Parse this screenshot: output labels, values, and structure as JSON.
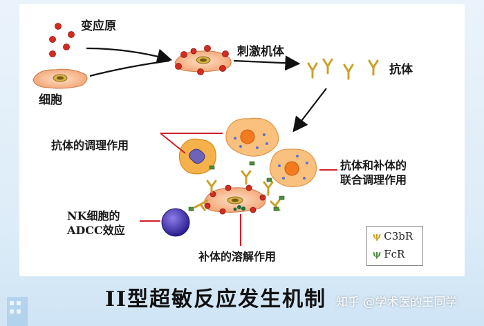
{
  "labels": {
    "allergen": "变应原",
    "cell": "细胞",
    "stimulate": "刺激机体",
    "antibody": "抗体",
    "opsonization": "抗体的调理作用",
    "combined": [
      "抗体和补体的",
      "联合调理作用"
    ],
    "nk": [
      "NK细胞的",
      "ADCC效应"
    ],
    "lysis": "补体的溶解作用"
  },
  "legend": {
    "c3br": "C3bR",
    "fcr": "FcR"
  },
  "title": "II型超敏反应发生机制",
  "watermark": "知乎 @学术医的王同学",
  "colors": {
    "antigen": "#d62b1f",
    "cell_fill": "#f7b68a",
    "antibody": "#c9a227",
    "nk_cell": "#4a35b8",
    "macrophage": "#f9c07e",
    "arrow": "#111111",
    "connector": "#d11f2a"
  }
}
